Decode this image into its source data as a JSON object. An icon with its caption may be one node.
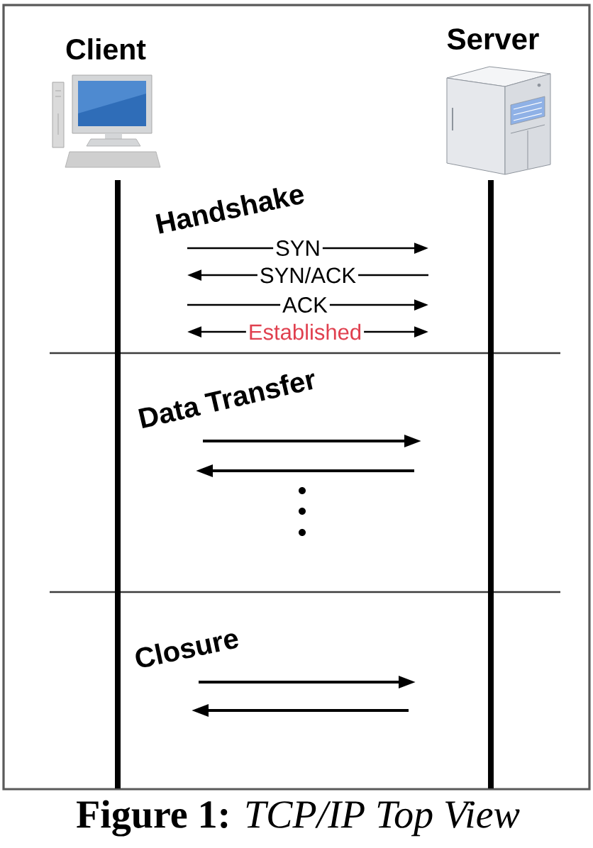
{
  "diagram": {
    "caption": "**Figure 1:** *TCP/IP Top View*",
    "nodes": [
      {
        "text": [
          "Client"
        ]
      },
      {
        "text": [
          "Server"
        ]
      }
    ],
    "edges": [
      {
        "from": 0,
        "to": 1,
        "arrow": "to",
        "label": "SYN"
      },
      {
        "from": 1,
        "to": 0,
        "arrow": "to",
        "label": "SYN/ACK"
      },
      {
        "from": 0,
        "to": 1,
        "arrow": "to",
        "label": "ACK"
      },
      {
        "from": 0,
        "to": 1,
        "arrow": "both",
        "label": "Established"
      },
      {
        "from": 0,
        "to": 1,
        "arrow": "to"
      },
      {
        "from": 1,
        "to": 0,
        "arrow": "to"
      },
      {
        "from": 0,
        "to": 1,
        "arrow": "to"
      },
      {
        "from": 1,
        "to": 0,
        "arrow": "to"
      }
    ],
    "labels": [
      "Handshake",
      "Data Transfer",
      "Closure"
    ]
  }
}
